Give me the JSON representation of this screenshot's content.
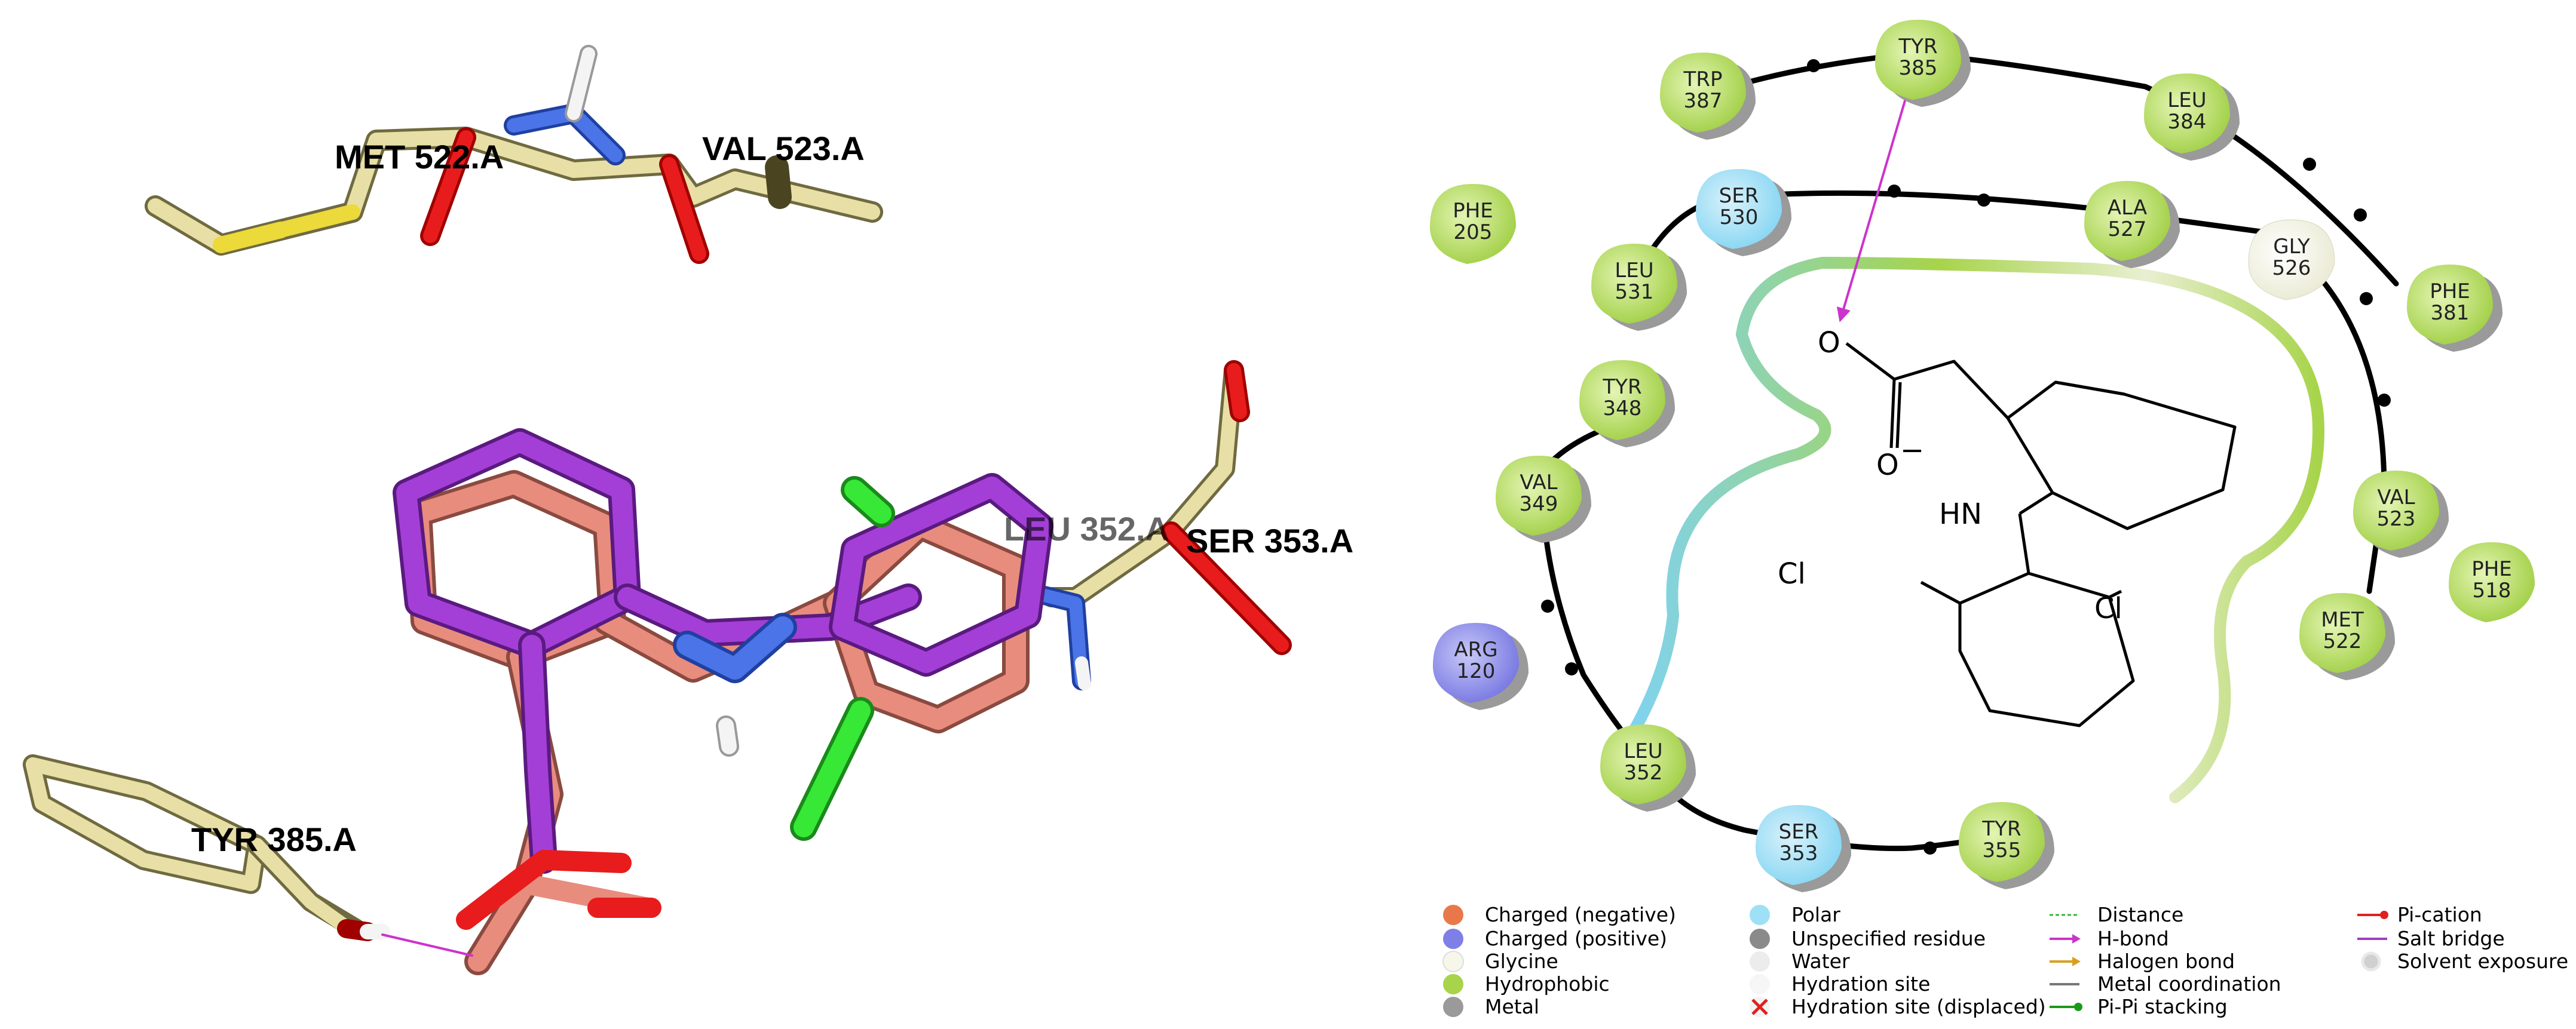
{
  "structure_3d": {
    "residue_labels": [
      "MET 522.A",
      "VAL 523.A",
      "LEU 352.A",
      "SER 353.A",
      "TYR 385.A"
    ]
  },
  "diagram_2d": {
    "residues": [
      {
        "name": "TYR",
        "num": "385",
        "kind": "Hydrophobic"
      },
      {
        "name": "TRP",
        "num": "387",
        "kind": "Hydrophobic"
      },
      {
        "name": "LEU",
        "num": "384",
        "kind": "Hydrophobic"
      },
      {
        "name": "PHE",
        "num": "205",
        "kind": "Hydrophobic"
      },
      {
        "name": "SER",
        "num": "530",
        "kind": "Polar"
      },
      {
        "name": "ALA",
        "num": "527",
        "kind": "Hydrophobic"
      },
      {
        "name": "GLY",
        "num": "526",
        "kind": "Glycine"
      },
      {
        "name": "PHE",
        "num": "381",
        "kind": "Hydrophobic"
      },
      {
        "name": "LEU",
        "num": "531",
        "kind": "Hydrophobic"
      },
      {
        "name": "TYR",
        "num": "348",
        "kind": "Hydrophobic"
      },
      {
        "name": "VAL",
        "num": "349",
        "kind": "Hydrophobic"
      },
      {
        "name": "VAL",
        "num": "523",
        "kind": "Hydrophobic"
      },
      {
        "name": "PHE",
        "num": "518",
        "kind": "Hydrophobic"
      },
      {
        "name": "ARG",
        "num": "120",
        "kind": "Charged (positive)"
      },
      {
        "name": "MET",
        "num": "522",
        "kind": "Hydrophobic"
      },
      {
        "name": "LEU",
        "num": "352",
        "kind": "Hydrophobic"
      },
      {
        "name": "SER",
        "num": "353",
        "kind": "Polar"
      },
      {
        "name": "TYR",
        "num": "355",
        "kind": "Hydrophobic"
      }
    ],
    "ligand_atoms": {
      "o_top": "O",
      "o_minus": "O",
      "o_charge": "−",
      "hn": "HN",
      "cl_left": "Cl",
      "cl_right": "Cl"
    }
  },
  "legend": {
    "col1": [
      "Charged (negative)",
      "Charged (positive)",
      "Glycine",
      "Hydrophobic",
      "Metal"
    ],
    "col2": [
      "Polar",
      "Unspecified residue",
      "Water",
      "Hydration site",
      "Hydration site (displaced)"
    ],
    "col3": [
      "Distance",
      "H-bond",
      "Halogen bond",
      "Metal coordination",
      "Pi-Pi stacking"
    ],
    "col4": [
      "Pi-cation",
      "Salt bridge",
      "Solvent exposure"
    ]
  },
  "colors": {
    "hydrophobic": "#a7d44a",
    "polar": "#7fd3f2",
    "charged_positive": "#7f7fe8",
    "charged_negative": "#e8784a",
    "glycine": "#f2f2e0",
    "hbond": "#cc33cc",
    "carbon_3d": "#e8dfa6",
    "ligand_purple": "#a33fd6",
    "ligand_salmon": "#e88c7e"
  }
}
